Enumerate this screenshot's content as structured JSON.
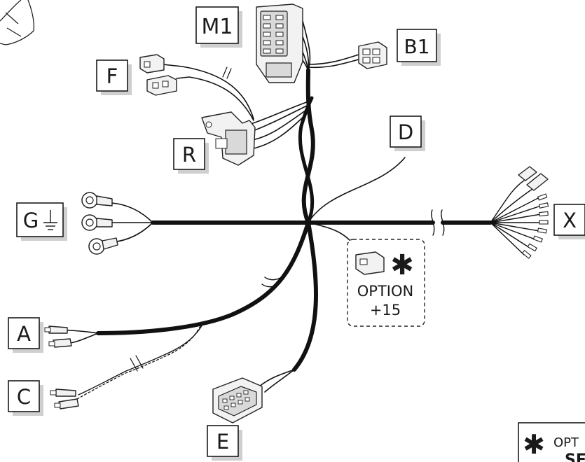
{
  "labels": {
    "M1": "M1",
    "B1": "B1",
    "F": "F",
    "R": "R",
    "D": "D",
    "G": "G",
    "X": "X",
    "A": "A",
    "C": "C",
    "E": "E"
  },
  "option_box": {
    "line1": "OPTION",
    "line2": "+15"
  },
  "footnote": {
    "symbol": "✱",
    "text": "OPT",
    "text2": "SE"
  },
  "colors": {
    "wire": "#111111",
    "label_shadow": "#cfcfcf"
  }
}
